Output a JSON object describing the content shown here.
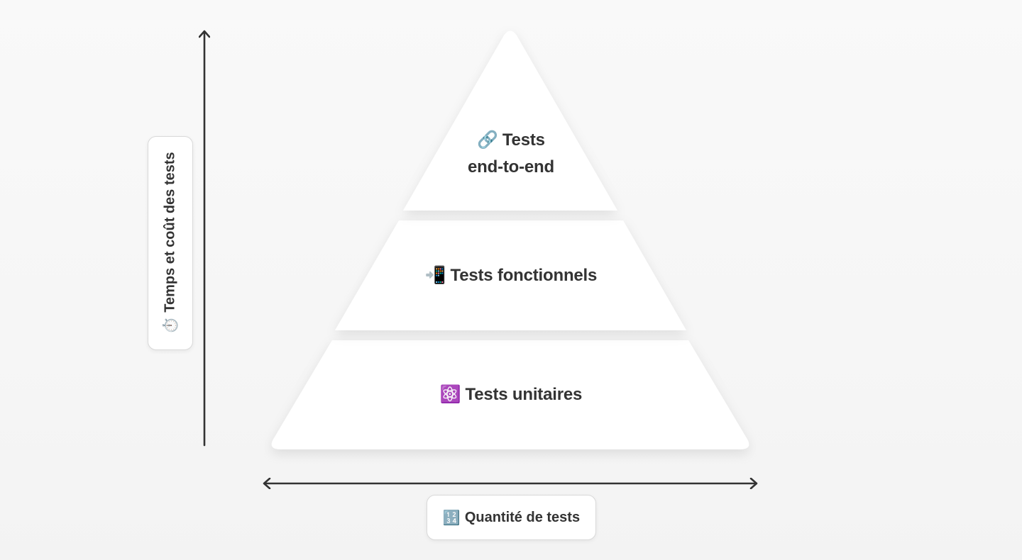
{
  "pyramid": {
    "top": {
      "emoji": "🔗",
      "line1": "Tests",
      "line2": "end-to-end",
      "icon": "link-icon"
    },
    "middle": {
      "emoji": "📲",
      "label": "Tests fonctionnels",
      "icon": "mobile-arrow-icon"
    },
    "bottom": {
      "emoji": "⚛️",
      "label": "Tests unitaires",
      "icon": "atom-icon"
    }
  },
  "axes": {
    "y": {
      "emoji": "⏱️",
      "label": "Temps et coût des tests",
      "icon": "stopwatch-icon"
    },
    "x": {
      "emoji": "🔢",
      "label": "Quantité de tests",
      "icon": "numbers-icon"
    }
  },
  "colors": {
    "background": "#f6f6f6",
    "tier_fill": "#ffffff",
    "text": "#333333",
    "axis": "#333333",
    "pill_border": "#d9d9d9"
  }
}
